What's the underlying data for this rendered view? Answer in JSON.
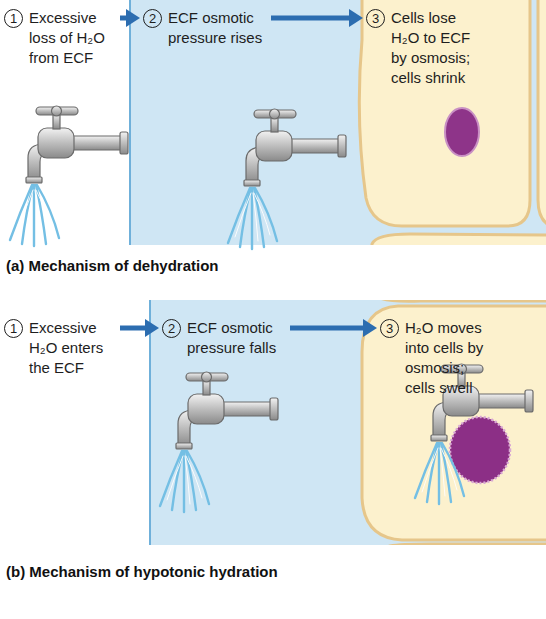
{
  "diagram": {
    "nodes": [
      {
        "text": [
          "1",
          "Excessive loss of H₂O from ECF"
        ]
      },
      {
        "text": [
          "2",
          "ECF osmotic pressure rises"
        ]
      },
      {
        "text": [
          "3",
          "Cells lose H₂O to ECF by osmosis; cells shrink"
        ]
      },
      {
        "text": [
          "1",
          "Excessive H₂O enters the ECF"
        ]
      },
      {
        "text": [
          "2",
          "ECF osmotic pressure falls"
        ]
      },
      {
        "text": [
          "3",
          "H₂O moves into cells by osmosis; cells swell"
        ]
      }
    ],
    "edges": [
      {
        "from": 0,
        "to": 1,
        "arrow": "to"
      },
      {
        "from": 1,
        "to": 2,
        "arrow": "to"
      },
      {
        "from": 3,
        "to": 4,
        "arrow": "to"
      },
      {
        "from": 4,
        "to": 5,
        "arrow": "to"
      }
    ],
    "labels": [
      "(a) Mechanism of dehydration",
      "(b) Mechanism of hypotonic hydration"
    ]
  }
}
